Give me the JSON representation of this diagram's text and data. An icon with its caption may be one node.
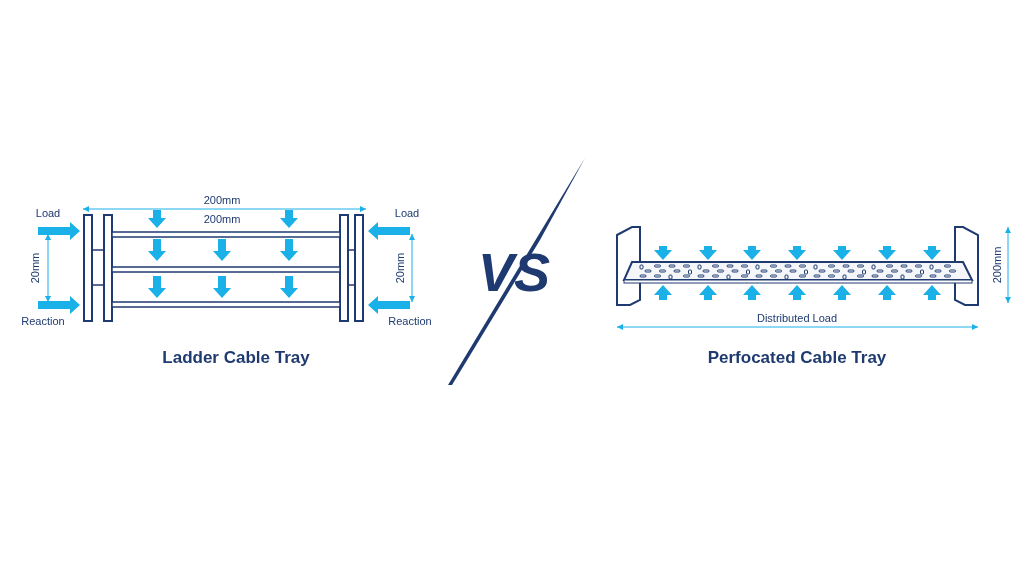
{
  "diagram": {
    "labels": [
      "200mm",
      "Load",
      "200mm",
      "Load",
      "20mm",
      "20mm",
      "Reaction",
      "Reaction",
      "Ladder Cable Tray",
      "VS",
      "200mm",
      "Distributed Load",
      "Perfocated Cable Tray"
    ]
  }
}
